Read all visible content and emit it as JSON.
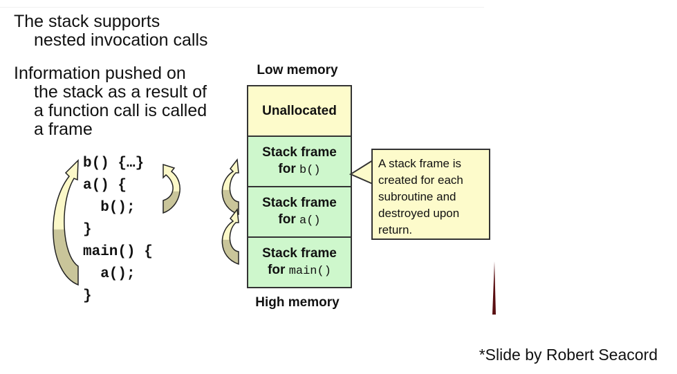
{
  "bullets": [
    {
      "first": "The stack supports",
      "rest": [
        "nested invocation calls"
      ]
    },
    {
      "first": "Information pushed on",
      "rest": [
        "the stack as a result of",
        "a function call is called",
        "a frame"
      ]
    }
  ],
  "code_lines": [
    "b() {…}",
    "a() {",
    "  b();",
    "}",
    "main() {",
    "  a();",
    "}"
  ],
  "memory": {
    "low_label": "Low memory",
    "high_label": "High memory",
    "cells": [
      {
        "type": "unallocated",
        "line1": "Unallocated",
        "prefix": "",
        "mono": ""
      },
      {
        "type": "frame",
        "line1": "Stack frame",
        "prefix": "for ",
        "mono": "b()"
      },
      {
        "type": "frame",
        "line1": "Stack frame",
        "prefix": "for ",
        "mono": "a()"
      },
      {
        "type": "frame",
        "line1": "Stack frame",
        "prefix": "for ",
        "mono": "main()"
      }
    ]
  },
  "callout": {
    "lines": [
      "A stack frame is",
      "created for each",
      "subroutine and",
      "destroyed upon",
      "return."
    ]
  },
  "credit": "*Slide by Robert Seacord",
  "colors": {
    "unallocated": "#fdfbcb",
    "frame": "#cef7cc",
    "arrow_light": "#fbf8c8",
    "arrow_dark": "#c9c59a"
  }
}
